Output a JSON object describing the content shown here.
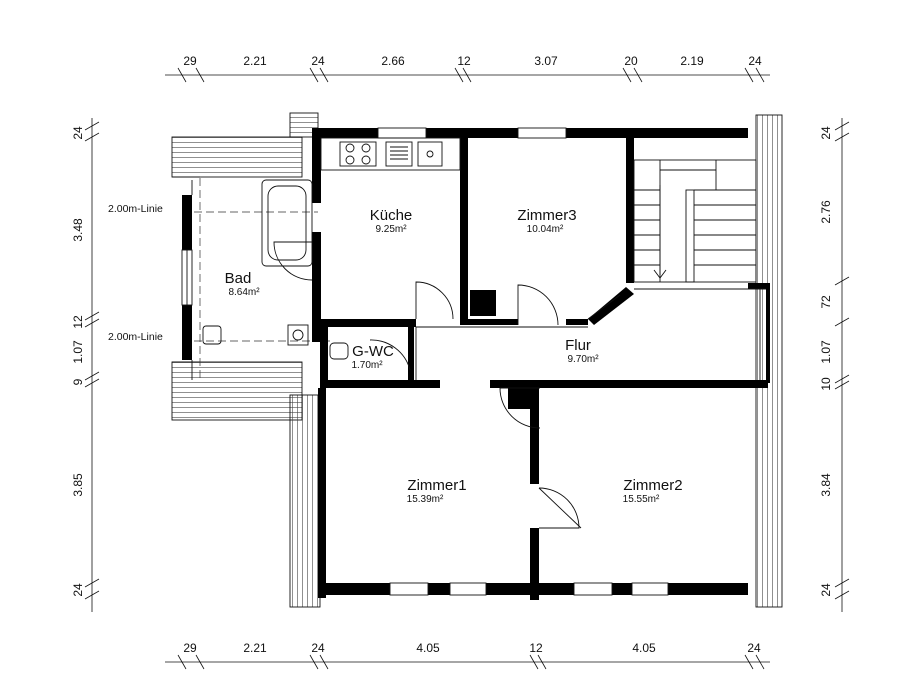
{
  "rooms": {
    "kueche": {
      "name": "Küche",
      "area": "9.25m²"
    },
    "zimmer3": {
      "name": "Zimmer3",
      "area": "10.04m²"
    },
    "bad": {
      "name": "Bad",
      "area": "8.64m²"
    },
    "gwc": {
      "name": "G-WC",
      "area": "1.70m²"
    },
    "flur": {
      "name": "Flur",
      "area": "9.70m²"
    },
    "zimmer1": {
      "name": "Zimmer1",
      "area": "15.39m²"
    },
    "zimmer2": {
      "name": "Zimmer2",
      "area": "15.55m²"
    }
  },
  "notes": {
    "line_top": "2.00m-Linie",
    "line_bottom": "2.00m-Linie"
  },
  "dimensions": {
    "top": [
      "29",
      "2.21",
      "24",
      "2.66",
      "12",
      "3.07",
      "20",
      "2.19",
      "24"
    ],
    "bottom": [
      "29",
      "2.21",
      "24",
      "4.05",
      "12",
      "4.05",
      "24"
    ],
    "left": [
      "24",
      "3.48",
      "12",
      "1.07",
      "9",
      "3.85",
      "24"
    ],
    "right": [
      "24",
      "2.76",
      "72",
      "1.07",
      "10",
      "3.84",
      "24"
    ]
  }
}
